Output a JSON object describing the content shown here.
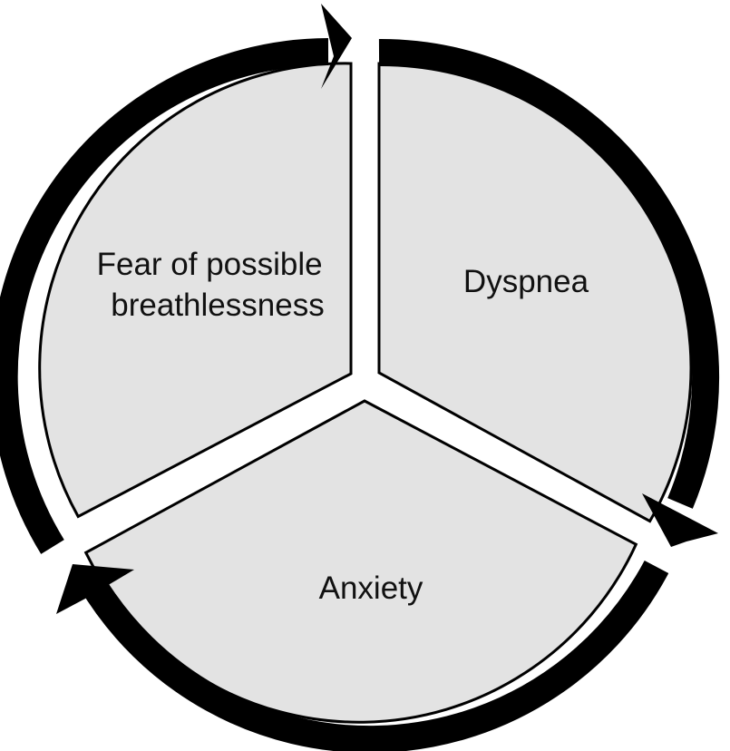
{
  "diagram": {
    "colors": {
      "background": "#ffffff",
      "segment_fill": "#e3e3e3",
      "segment_outline": "#000000",
      "arrow": "#000000",
      "text": "#111111"
    },
    "segments": [
      {
        "id": "dyspnea",
        "label_lines": [
          "Dyspnea"
        ]
      },
      {
        "id": "anxiety",
        "label_lines": [
          "Anxiety"
        ]
      },
      {
        "id": "fear",
        "label_lines": [
          "Fear of possible",
          "breathlessness"
        ]
      }
    ],
    "flow": "clockwise"
  }
}
